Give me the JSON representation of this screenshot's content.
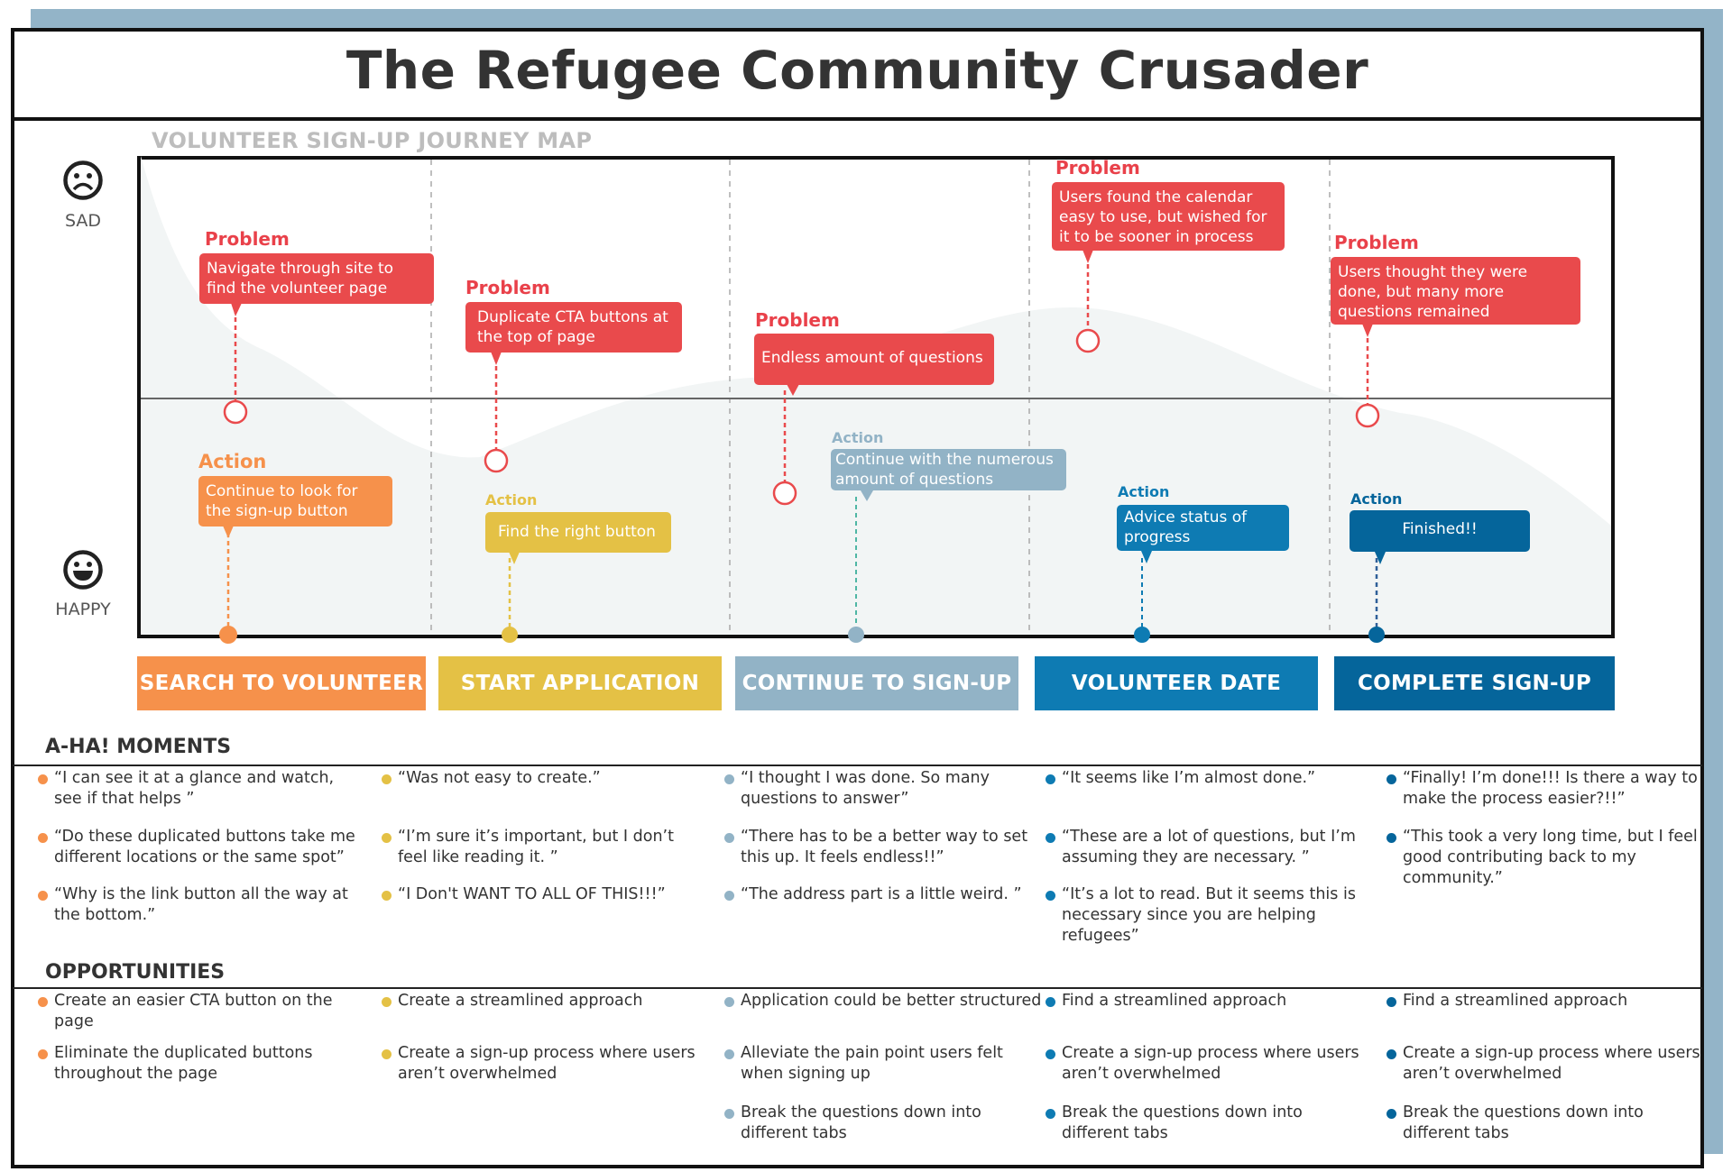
{
  "title": "The Refugee Community Crusader",
  "map_subtitle": "VOLUNTEER SIGN-UP JOURNEY MAP",
  "mood_scale": {
    "top": "SAD",
    "bottom": "HAPPY"
  },
  "colors": {
    "problem": "#e94a4c",
    "stage1": "#f6914b",
    "stage2": "#e4c145",
    "stage3": "#92b3c6",
    "stage4": "#0e7bb3",
    "stage5": "#05659b",
    "curve_fill": "#f2f5f5",
    "frame_shadow": "#93b4c8"
  },
  "stages": [
    {
      "name": "SEARCH TO VOLUNTEER",
      "problem": {
        "label": "Problem",
        "text": "Navigate through site to find the volunteer page"
      },
      "action": {
        "label": "Action",
        "text": "Continue to look for the sign-up button"
      }
    },
    {
      "name": "START APPLICATION",
      "problem": {
        "label": "Problem",
        "text": "Duplicate CTA buttons at the top of page"
      },
      "action": {
        "label": "Action",
        "text": "Find the right button"
      }
    },
    {
      "name": "CONTINUE TO SIGN-UP",
      "problem": {
        "label": "Problem",
        "text": "Endless amount of questions"
      },
      "action": {
        "label": "Action",
        "text": "Continue with the numerous amount of questions"
      }
    },
    {
      "name": "VOLUNTEER DATE",
      "problem": {
        "label": "Problem",
        "text": "Users found the calendar easy to use, but wished for it to be sooner in process"
      },
      "action": {
        "label": "Action",
        "text": "Advice  status of progress"
      }
    },
    {
      "name": "COMPLETE SIGN-UP",
      "problem": {
        "label": "Problem",
        "text": "Users thought they were done, but many more questions remained"
      },
      "action": {
        "label": "Action",
        "text": "Finished!!"
      }
    }
  ],
  "aha": {
    "title": "A-HA! MOMENTS",
    "columns": [
      [
        "“I can see it at a glance and watch, see if that helps ”",
        "“Do these duplicated buttons take me different locations or the same spot”",
        "“Why is the link button all the way at the bottom.”"
      ],
      [
        "“Was not easy to create.”",
        "“I’m sure it’s important, but I don’t feel like reading it. ”",
        "“I Don't WANT TO ALL OF THIS!!!”"
      ],
      [
        "“I thought I was done. So many questions to answer”",
        "“There has to be a better way to set this up. It feels endless!!”",
        "“The address part is a little weird.  ”"
      ],
      [
        "“It seems like I’m almost done.”",
        "“These are a lot of questions, but I’m assuming they are necessary. ”",
        "“It’s a lot to read. But it seems this is necessary since you are helping refugees”"
      ],
      [
        "“Finally! I’m done!!! Is there a way to make the process easier?!!”",
        "“This took a very long time, but I feel good contributing back to my community.”"
      ]
    ]
  },
  "opportunities": {
    "title": "OPPORTUNITIES",
    "columns": [
      [
        "Create an easier CTA button on the page",
        "Eliminate the duplicated buttons throughout the page"
      ],
      [
        "Create a streamlined approach",
        "Create a sign-up process where users aren’t overwhelmed"
      ],
      [
        "Application could be better structured",
        "Alleviate the pain point users felt when signing up",
        "Break the questions down into different tabs"
      ],
      [
        "Find a streamlined approach",
        "Create a sign-up process where users aren’t overwhelmed",
        "Break the questions down into different tabs"
      ],
      [
        "Find a streamlined approach",
        "Create a sign-up process where users aren’t overwhelmed",
        "Break the questions down into different tabs"
      ]
    ]
  }
}
